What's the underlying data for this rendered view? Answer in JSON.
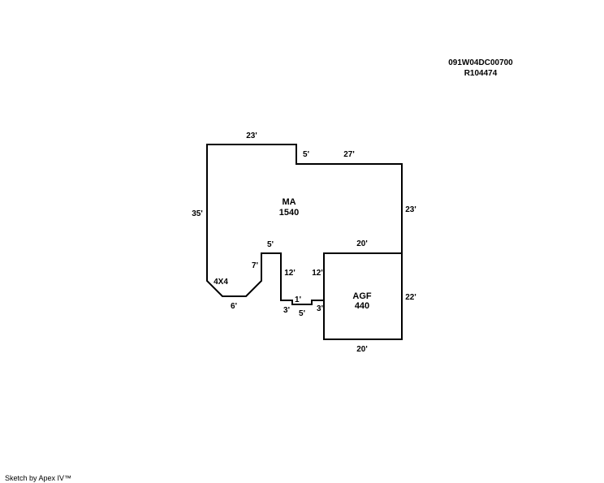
{
  "header": {
    "parcel_id": "091W04DC00700",
    "account_id": "R104474"
  },
  "areas": {
    "main": {
      "code": "MA",
      "size": "1540"
    },
    "garage": {
      "code": "AGF",
      "size": "440"
    },
    "corner": {
      "code": "4X4"
    }
  },
  "dimensions": {
    "top": "23'",
    "step_down": "5'",
    "upper_right": "27'",
    "right_main": "23'",
    "left": "35'",
    "notch_top": "5'",
    "notch_left": "7'",
    "notch_right": "12'",
    "garage_left": "12'",
    "bottom_chamfer": "6'",
    "jog_small": "1'",
    "jog_left": "3'",
    "jog_bottom": "5'",
    "jog_right": "3'",
    "garage_top": "20'",
    "garage_right": "22'",
    "garage_bottom": "20'"
  },
  "footer": {
    "credit": "Sketch by Apex IV™"
  },
  "colors": {
    "line": "#000000",
    "background": "#ffffff"
  }
}
